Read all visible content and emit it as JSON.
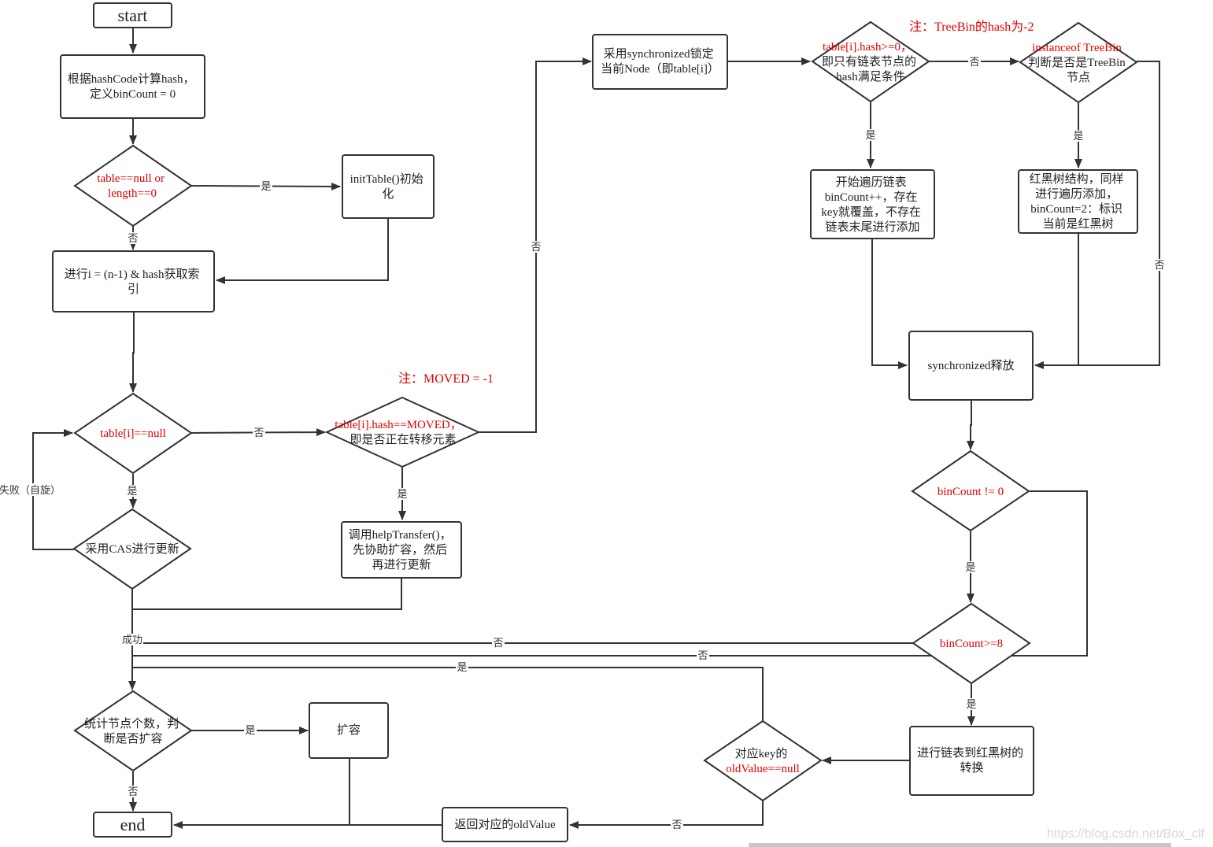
{
  "nodes": {
    "start": "start",
    "calc_hash": [
      "根据hashCode计算hash，",
      "定义binCount = 0"
    ],
    "table_null": [
      "table==null or",
      "length==0"
    ],
    "init_table": [
      "initTable()初始",
      "化"
    ],
    "index": [
      "进行i = (n-1) & hash获取索",
      "引"
    ],
    "tab_i_null": [
      "table[i]==null"
    ],
    "moved": [
      "table[i].hash==MOVED，",
      "即是否正在转移元素"
    ],
    "cas": [
      "采用CAS进行更新"
    ],
    "help_transfer": [
      "调用helpTransfer()，",
      "先协助扩容，然后",
      "再进行更新"
    ],
    "sync_lock": [
      "采用synchronized锁定",
      "当前Node（即table[i]）"
    ],
    "hash_ge0": [
      "table[i].hash>=0，",
      "即只有链表节点的",
      "hash满足条件"
    ],
    "instanceof_treebin": [
      "instanceof TreeBin",
      "判断是否是TreeBin",
      "节点"
    ],
    "traverse_list": [
      "开始遍历链表",
      "binCount++，存在",
      "key就覆盖，不存在",
      "链表末尾进行添加"
    ],
    "rb_tree": [
      "红黑树结构，同样",
      "进行遍历添加，",
      "binCount=2：标识",
      "当前是红黑树"
    ],
    "sync_release": [
      "synchronized释放"
    ],
    "bincount_ne0": [
      "binCount != 0"
    ],
    "bincount_ge8": [
      "binCount>=8"
    ],
    "treeify": [
      "进行链表到红黑树的",
      "转换"
    ],
    "old_null": [
      "对应key的",
      "oldValue==null"
    ],
    "return_old": [
      "返回对应的oldValue"
    ],
    "count_check": [
      "统计节点个数，判",
      "断是否扩容"
    ],
    "resize": [
      "扩容"
    ],
    "end": "end"
  },
  "notes": {
    "moved": "注：MOVED = -1",
    "treebin": "注：TreeBin的hash为-2"
  },
  "edge_labels": {
    "yes": "是",
    "no": "否",
    "success": "成功",
    "fail_spin": "失败（自旋）"
  },
  "watermark": "https://blog.csdn.net/Box_clf",
  "colors": {
    "stroke": "#333333",
    "condition_text": "#e00000",
    "text": "#222222"
  }
}
